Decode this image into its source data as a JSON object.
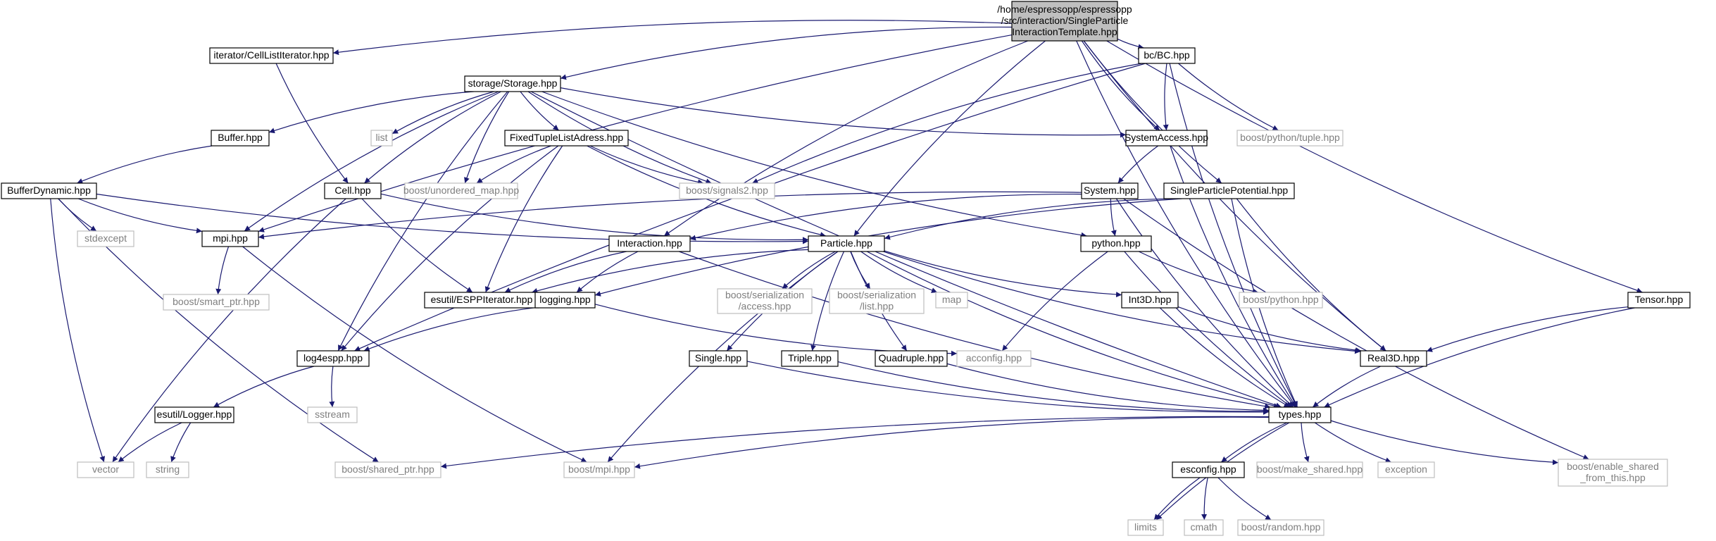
{
  "nodes": [
    {
      "id": "root",
      "lines": [
        "/home/espressopp/espressopp",
        "/src/interaction/SingleParticle",
        "InteractionTemplate.hpp"
      ],
      "kind": "root"
    },
    {
      "id": "cell_iter",
      "lines": [
        "iterator/CellListIterator.hpp"
      ],
      "kind": "local"
    },
    {
      "id": "storage",
      "lines": [
        "storage/Storage.hpp"
      ],
      "kind": "local"
    },
    {
      "id": "bc",
      "lines": [
        "bc/BC.hpp"
      ],
      "kind": "local"
    },
    {
      "id": "buffer",
      "lines": [
        "Buffer.hpp"
      ],
      "kind": "local"
    },
    {
      "id": "list",
      "lines": [
        "list"
      ],
      "kind": "ext"
    },
    {
      "id": "ftla",
      "lines": [
        "FixedTupleListAdress.hpp"
      ],
      "kind": "local"
    },
    {
      "id": "sysacc",
      "lines": [
        "SystemAccess.hpp"
      ],
      "kind": "local"
    },
    {
      "id": "bp_tuple",
      "lines": [
        "boost/python/tuple.hpp"
      ],
      "kind": "ext"
    },
    {
      "id": "bufdyn",
      "lines": [
        "BufferDynamic.hpp"
      ],
      "kind": "local"
    },
    {
      "id": "cell",
      "lines": [
        "Cell.hpp"
      ],
      "kind": "local"
    },
    {
      "id": "unordered",
      "lines": [
        "boost/unordered_map.hpp"
      ],
      "kind": "ext"
    },
    {
      "id": "signals2",
      "lines": [
        "boost/signals2.hpp"
      ],
      "kind": "ext"
    },
    {
      "id": "system",
      "lines": [
        "System.hpp"
      ],
      "kind": "local"
    },
    {
      "id": "spp",
      "lines": [
        "SingleParticlePotential.hpp"
      ],
      "kind": "local"
    },
    {
      "id": "stdexcept",
      "lines": [
        "stdexcept"
      ],
      "kind": "ext"
    },
    {
      "id": "mpi",
      "lines": [
        "mpi.hpp"
      ],
      "kind": "local"
    },
    {
      "id": "interaction",
      "lines": [
        "Interaction.hpp"
      ],
      "kind": "local"
    },
    {
      "id": "particle",
      "lines": [
        "Particle.hpp"
      ],
      "kind": "local"
    },
    {
      "id": "python",
      "lines": [
        "python.hpp"
      ],
      "kind": "local"
    },
    {
      "id": "tensor",
      "lines": [
        "Tensor.hpp"
      ],
      "kind": "local"
    },
    {
      "id": "smartptr",
      "lines": [
        "boost/smart_ptr.hpp"
      ],
      "kind": "ext"
    },
    {
      "id": "espp_iter",
      "lines": [
        "esutil/ESPPIterator.hpp"
      ],
      "kind": "local"
    },
    {
      "id": "logging",
      "lines": [
        "logging.hpp"
      ],
      "kind": "local"
    },
    {
      "id": "bs_access",
      "lines": [
        "boost/serialization",
        "/access.hpp"
      ],
      "kind": "ext"
    },
    {
      "id": "bs_list",
      "lines": [
        "boost/serialization",
        "/list.hpp"
      ],
      "kind": "ext"
    },
    {
      "id": "map",
      "lines": [
        "map"
      ],
      "kind": "ext"
    },
    {
      "id": "int3d",
      "lines": [
        "Int3D.hpp"
      ],
      "kind": "local"
    },
    {
      "id": "bpython",
      "lines": [
        "boost/python.hpp"
      ],
      "kind": "ext"
    },
    {
      "id": "log4espp",
      "lines": [
        "log4espp.hpp"
      ],
      "kind": "local"
    },
    {
      "id": "acconfig",
      "lines": [
        "acconfig.hpp"
      ],
      "kind": "ext"
    },
    {
      "id": "single",
      "lines": [
        "Single.hpp"
      ],
      "kind": "local"
    },
    {
      "id": "triple",
      "lines": [
        "Triple.hpp"
      ],
      "kind": "local"
    },
    {
      "id": "quadruple",
      "lines": [
        "Quadruple.hpp"
      ],
      "kind": "local"
    },
    {
      "id": "real3d",
      "lines": [
        "Real3D.hpp"
      ],
      "kind": "local"
    },
    {
      "id": "sstream",
      "lines": [
        "sstream"
      ],
      "kind": "ext"
    },
    {
      "id": "logger",
      "lines": [
        "esutil/Logger.hpp"
      ],
      "kind": "local"
    },
    {
      "id": "types",
      "lines": [
        "types.hpp"
      ],
      "kind": "local"
    },
    {
      "id": "vector",
      "lines": [
        "vector"
      ],
      "kind": "ext"
    },
    {
      "id": "string",
      "lines": [
        "string"
      ],
      "kind": "ext"
    },
    {
      "id": "sharedptr",
      "lines": [
        "boost/shared_ptr.hpp"
      ],
      "kind": "ext"
    },
    {
      "id": "bmpi",
      "lines": [
        "boost/mpi.hpp"
      ],
      "kind": "ext"
    },
    {
      "id": "esconfig",
      "lines": [
        "esconfig.hpp"
      ],
      "kind": "local"
    },
    {
      "id": "makeshared",
      "lines": [
        "boost/make_shared.hpp"
      ],
      "kind": "ext"
    },
    {
      "id": "exception",
      "lines": [
        "exception"
      ],
      "kind": "ext"
    },
    {
      "id": "enableshared",
      "lines": [
        "boost/enable_shared",
        "_from_this.hpp"
      ],
      "kind": "ext"
    },
    {
      "id": "limits",
      "lines": [
        "limits"
      ],
      "kind": "ext"
    },
    {
      "id": "cmath",
      "lines": [
        "cmath"
      ],
      "kind": "ext"
    },
    {
      "id": "brandom",
      "lines": [
        "boost/random.hpp"
      ],
      "kind": "ext"
    }
  ],
  "edges": [
    [
      "root",
      "cell_iter"
    ],
    [
      "root",
      "storage"
    ],
    [
      "root",
      "bc"
    ],
    [
      "root",
      "sysacc"
    ],
    [
      "root",
      "spp"
    ],
    [
      "root",
      "mpi"
    ],
    [
      "root",
      "interaction"
    ],
    [
      "root",
      "particle"
    ],
    [
      "root",
      "tensor"
    ],
    [
      "root",
      "real3d"
    ],
    [
      "root",
      "types"
    ],
    [
      "cell_iter",
      "cell"
    ],
    [
      "storage",
      "buffer"
    ],
    [
      "storage",
      "list"
    ],
    [
      "storage",
      "ftla"
    ],
    [
      "storage",
      "sysacc"
    ],
    [
      "storage",
      "cell"
    ],
    [
      "storage",
      "unordered"
    ],
    [
      "storage",
      "signals2"
    ],
    [
      "storage",
      "mpi"
    ],
    [
      "storage",
      "log4espp"
    ],
    [
      "storage",
      "python"
    ],
    [
      "storage",
      "types"
    ],
    [
      "bc",
      "sysacc"
    ],
    [
      "bc",
      "bp_tuple"
    ],
    [
      "bc",
      "signals2"
    ],
    [
      "bc",
      "log4espp"
    ],
    [
      "bc",
      "types"
    ],
    [
      "buffer",
      "bufdyn"
    ],
    [
      "bufdyn",
      "stdexcept"
    ],
    [
      "bufdyn",
      "mpi"
    ],
    [
      "bufdyn",
      "particle"
    ],
    [
      "bufdyn",
      "vector"
    ],
    [
      "bufdyn",
      "sharedptr"
    ],
    [
      "ftla",
      "unordered"
    ],
    [
      "ftla",
      "signals2"
    ],
    [
      "ftla",
      "particle"
    ],
    [
      "ftla",
      "espp_iter"
    ],
    [
      "ftla",
      "log4espp"
    ],
    [
      "sysacc",
      "system"
    ],
    [
      "sysacc",
      "types"
    ],
    [
      "cell",
      "particle"
    ],
    [
      "cell",
      "espp_iter"
    ],
    [
      "cell",
      "vector"
    ],
    [
      "system",
      "mpi"
    ],
    [
      "system",
      "interaction"
    ],
    [
      "system",
      "python"
    ],
    [
      "system",
      "types"
    ],
    [
      "system",
      "enableshared"
    ],
    [
      "spp",
      "particle"
    ],
    [
      "spp",
      "logging"
    ],
    [
      "spp",
      "real3d"
    ],
    [
      "spp",
      "types"
    ],
    [
      "mpi",
      "smartptr"
    ],
    [
      "mpi",
      "bmpi"
    ],
    [
      "interaction",
      "espp_iter"
    ],
    [
      "interaction",
      "logging"
    ],
    [
      "interaction",
      "types"
    ],
    [
      "particle",
      "espp_iter"
    ],
    [
      "particle",
      "bs_access"
    ],
    [
      "particle",
      "bs_list"
    ],
    [
      "particle",
      "map"
    ],
    [
      "particle",
      "int3d"
    ],
    [
      "particle",
      "single"
    ],
    [
      "particle",
      "triple"
    ],
    [
      "particle",
      "quadruple"
    ],
    [
      "particle",
      "real3d"
    ],
    [
      "particle",
      "types"
    ],
    [
      "particle",
      "bmpi"
    ],
    [
      "python",
      "bpython"
    ],
    [
      "python",
      "acconfig"
    ],
    [
      "python",
      "types"
    ],
    [
      "tensor",
      "real3d"
    ],
    [
      "tensor",
      "types"
    ],
    [
      "logging",
      "log4espp"
    ],
    [
      "logging",
      "acconfig"
    ],
    [
      "int3d",
      "real3d"
    ],
    [
      "int3d",
      "types"
    ],
    [
      "log4espp",
      "logger"
    ],
    [
      "log4espp",
      "sstream"
    ],
    [
      "single",
      "types"
    ],
    [
      "triple",
      "types"
    ],
    [
      "quadruple",
      "types"
    ],
    [
      "real3d",
      "types"
    ],
    [
      "logger",
      "vector"
    ],
    [
      "logger",
      "string"
    ],
    [
      "types",
      "sharedptr"
    ],
    [
      "types",
      "bmpi"
    ],
    [
      "types",
      "esconfig"
    ],
    [
      "types",
      "makeshared"
    ],
    [
      "types",
      "exception"
    ],
    [
      "types",
      "enableshared"
    ],
    [
      "types",
      "limits"
    ],
    [
      "esconfig",
      "limits"
    ],
    [
      "esconfig",
      "cmath"
    ],
    [
      "esconfig",
      "brandom"
    ]
  ]
}
